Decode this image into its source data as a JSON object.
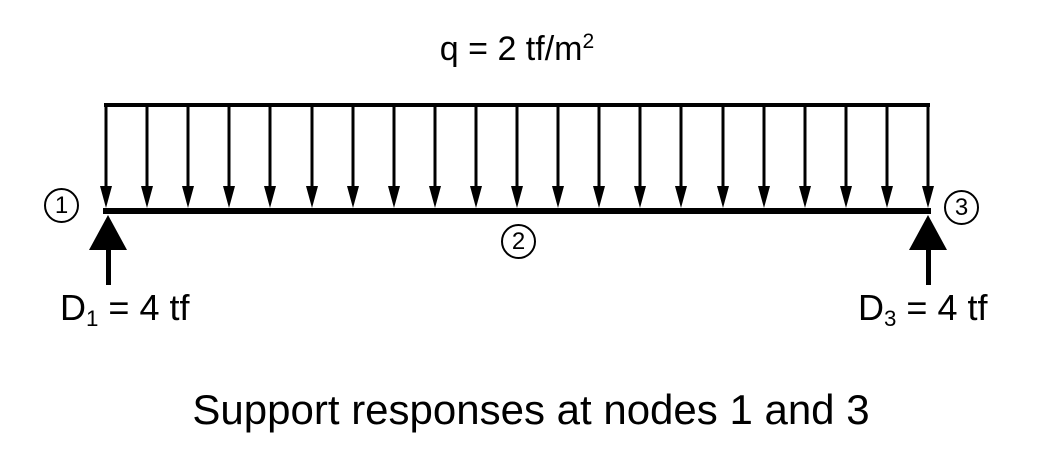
{
  "diagram": {
    "load_label": {
      "prefix": "q = 2 tf/m",
      "superscript": "2"
    },
    "distributed_load": {
      "arrow_count": 21,
      "direction": "down"
    },
    "nodes": [
      {
        "label": "1"
      },
      {
        "label": "2"
      },
      {
        "label": "3"
      }
    ],
    "reactions": [
      {
        "symbol": "D",
        "subscript": "1",
        "equals_value": " = 4 tf"
      },
      {
        "symbol": "D",
        "subscript": "3",
        "equals_value": " = 4 tf"
      }
    ],
    "caption": "Support responses at nodes 1 and 3",
    "colors": {
      "ink": "#000000",
      "background": "#ffffff"
    }
  }
}
